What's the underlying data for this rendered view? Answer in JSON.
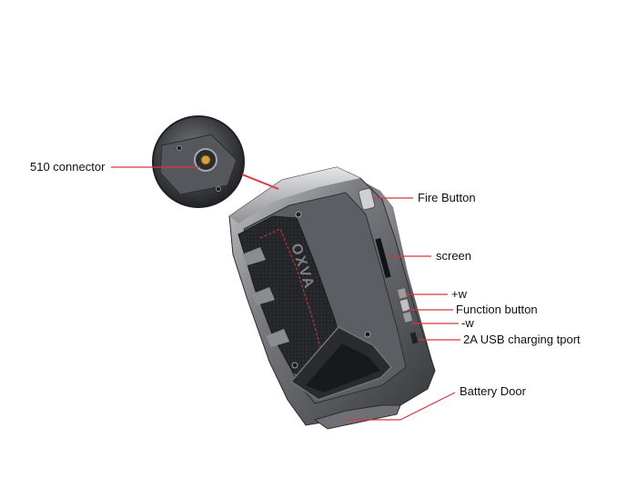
{
  "callouts": {
    "connector": "510 connector",
    "fire": "Fire Button",
    "screen": "screen",
    "plus_w": "+w",
    "function": "Function button",
    "minus_w": "-w",
    "usb": "2A USB charging tport",
    "battery": "Battery Door"
  },
  "device": {
    "brand_text": "OXVA"
  },
  "colors": {
    "leader_line": "#d9363e",
    "shell_dark": "#3d3f44",
    "shell_light": "#9a9ca0",
    "leather": "#26272a",
    "accent_stitch": "#b53a34"
  }
}
